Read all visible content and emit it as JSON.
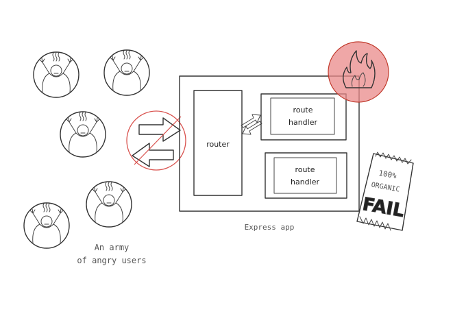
{
  "users_caption": [
    "An army",
    "of angry users"
  ],
  "app_caption": "Express app",
  "router_label": "router",
  "handlers": [
    [
      "route",
      "handler"
    ],
    [
      "route",
      "handler"
    ]
  ],
  "bag_text": [
    "100%",
    "ORGANIC",
    "FAIL"
  ],
  "colors": {
    "fire_red": "#d9534f",
    "fire_fill": "#e98a8a",
    "blocked_red": "#d9534f"
  }
}
